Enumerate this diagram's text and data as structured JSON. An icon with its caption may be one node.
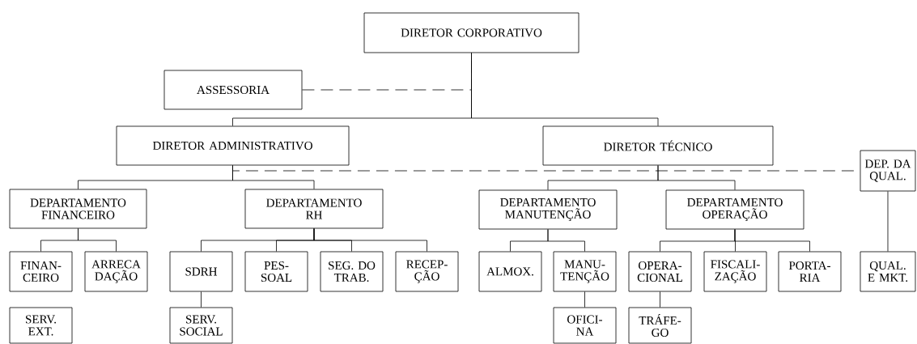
{
  "diagram": {
    "nodes": [
      {
        "text": [
          "DIRETOR CORPORATIVO"
        ]
      },
      {
        "text": [
          "ASSESSORIA"
        ]
      },
      {
        "text": [
          "DIRETOR ADMINISTRATIVO"
        ]
      },
      {
        "text": [
          "DIRETOR TÉCNICO"
        ]
      },
      {
        "text": [
          "DEP. DA QUAL."
        ]
      },
      {
        "text": [
          "DEPARTAMENTO FINANCEIRO"
        ]
      },
      {
        "text": [
          "DEPARTAMENTO RH"
        ]
      },
      {
        "text": [
          "DEPARTAMENTO MANUTENÇÃO"
        ]
      },
      {
        "text": [
          "DEPARTAMENTO OPERAÇÃO"
        ]
      },
      {
        "text": [
          "FINAN- CEIRO"
        ]
      },
      {
        "text": [
          "ARRECA DAÇÃO"
        ]
      },
      {
        "text": [
          "SDRH"
        ]
      },
      {
        "text": [
          "PES- SOAL"
        ]
      },
      {
        "text": [
          "SEG. DO TRAB."
        ]
      },
      {
        "text": [
          "RECEP- ÇÃO"
        ]
      },
      {
        "text": [
          "ALMOX."
        ]
      },
      {
        "text": [
          "MANU- TENÇÃO"
        ]
      },
      {
        "text": [
          "OPERA- CIONAL"
        ]
      },
      {
        "text": [
          "FISCALI- ZAÇÃO"
        ]
      },
      {
        "text": [
          "PORTA- RIA"
        ]
      },
      {
        "text": [
          "QUAL. E MKT."
        ]
      },
      {
        "text": [
          "SERV. EXT."
        ]
      },
      {
        "text": [
          "SERV. SOCIAL"
        ]
      },
      {
        "text": [
          "OFICI- NA"
        ]
      },
      {
        "text": [
          "TRÁFE- GO"
        ]
      }
    ],
    "edges": [
      {
        "from": 1,
        "to": 0,
        "arrow": "none",
        "style": "dashed"
      },
      {
        "from": 0,
        "to": 2,
        "arrow": "none"
      },
      {
        "from": 0,
        "to": 3,
        "arrow": "none"
      },
      {
        "from": 2,
        "to": 4,
        "arrow": "none",
        "style": "dashed"
      },
      {
        "from": 2,
        "to": 5,
        "arrow": "none"
      },
      {
        "from": 2,
        "to": 6,
        "arrow": "none"
      },
      {
        "from": 3,
        "to": 7,
        "arrow": "none"
      },
      {
        "from": 3,
        "to": 8,
        "arrow": "none"
      },
      {
        "from": 4,
        "to": 20,
        "arrow": "none"
      },
      {
        "from": 5,
        "to": 9,
        "arrow": "none"
      },
      {
        "from": 5,
        "to": 10,
        "arrow": "none"
      },
      {
        "from": 6,
        "to": 11,
        "arrow": "none"
      },
      {
        "from": 6,
        "to": 12,
        "arrow": "none"
      },
      {
        "from": 6,
        "to": 13,
        "arrow": "none"
      },
      {
        "from": 6,
        "to": 14,
        "arrow": "none"
      },
      {
        "from": 7,
        "to": 15,
        "arrow": "none"
      },
      {
        "from": 7,
        "to": 16,
        "arrow": "none"
      },
      {
        "from": 8,
        "to": 17,
        "arrow": "none"
      },
      {
        "from": 8,
        "to": 18,
        "arrow": "none"
      },
      {
        "from": 8,
        "to": 19,
        "arrow": "none"
      },
      {
        "from": 11,
        "to": 22,
        "arrow": "none"
      },
      {
        "from": 16,
        "to": 23,
        "arrow": "none"
      },
      {
        "from": 17,
        "to": 24,
        "arrow": "none"
      }
    ]
  }
}
